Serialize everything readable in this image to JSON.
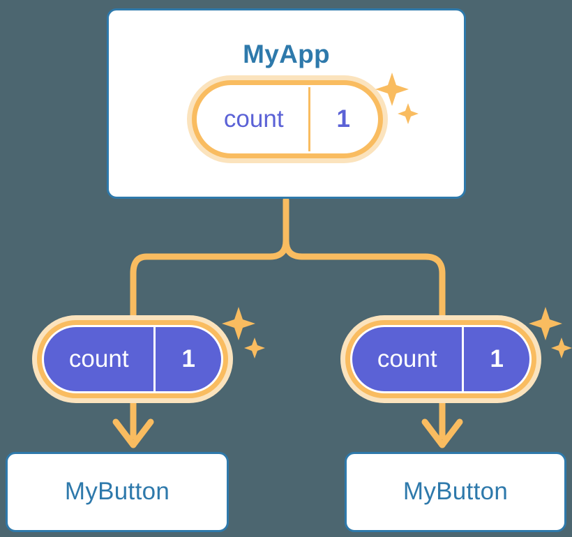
{
  "theme": {
    "background": "#4c6670",
    "card_border": "#2e79ab",
    "card_text": "#2e79ab",
    "card_fill": "#ffffff",
    "accent_orange": "#f9bc60",
    "accent_orange_pale": "#fbe3bd",
    "state_purple": "#5b62d6",
    "pill_text_light": "#ffffff"
  },
  "diagram": {
    "type": "component-state-tree",
    "root": {
      "title": "MyApp",
      "state": {
        "key": "count",
        "value": "1"
      }
    },
    "children": [
      {
        "state": {
          "key": "count",
          "value": "1"
        },
        "title": "MyButton"
      },
      {
        "state": {
          "key": "count",
          "value": "1"
        },
        "title": "MyButton"
      }
    ],
    "icons": {
      "sparkle": "sparkle-icon",
      "arrow": "arrow-down-icon",
      "branch": "tree-branch-connector"
    }
  }
}
